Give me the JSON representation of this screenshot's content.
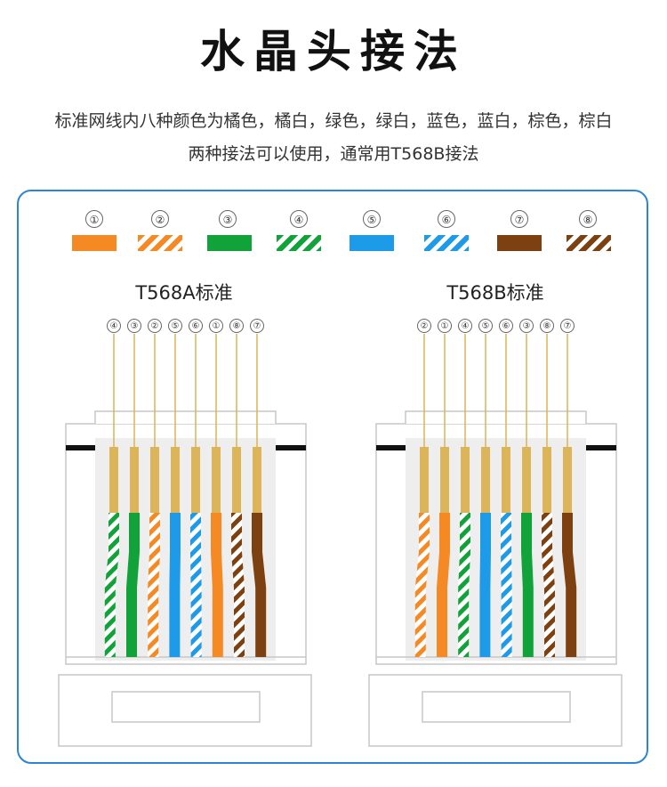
{
  "title": "水晶头接法",
  "description": {
    "line1": "标准网线内八种颜色为橘色，橘白，绿色，绿白，蓝色，蓝白，棕色，棕白",
    "line2": "两种接法可以使用，通常用T568B接法"
  },
  "colors": {
    "orange": "#f58a25",
    "green": "#11a33a",
    "blue": "#1e9be8",
    "brown": "#7d4010",
    "gold": "#dcb45a",
    "panel_border": "#2b85d2"
  },
  "legend": [
    {
      "num": "①",
      "color": "orange",
      "striped": false
    },
    {
      "num": "②",
      "color": "orange",
      "striped": true
    },
    {
      "num": "③",
      "color": "green",
      "striped": false
    },
    {
      "num": "④",
      "color": "green",
      "striped": true
    },
    {
      "num": "⑤",
      "color": "blue",
      "striped": false
    },
    {
      "num": "⑥",
      "color": "blue",
      "striped": true
    },
    {
      "num": "⑦",
      "color": "brown",
      "striped": false
    },
    {
      "num": "⑧",
      "color": "brown",
      "striped": true
    }
  ],
  "standards": [
    {
      "label": "T568A标准",
      "order": [
        "④",
        "③",
        "②",
        "⑤",
        "⑥",
        "①",
        "⑧",
        "⑦"
      ],
      "wires": [
        4,
        3,
        2,
        5,
        6,
        1,
        8,
        7
      ]
    },
    {
      "label": "T568B标准",
      "order": [
        "②",
        "①",
        "④",
        "⑤",
        "⑥",
        "③",
        "⑧",
        "⑦"
      ],
      "wires": [
        2,
        1,
        4,
        5,
        6,
        3,
        8,
        7
      ]
    }
  ]
}
